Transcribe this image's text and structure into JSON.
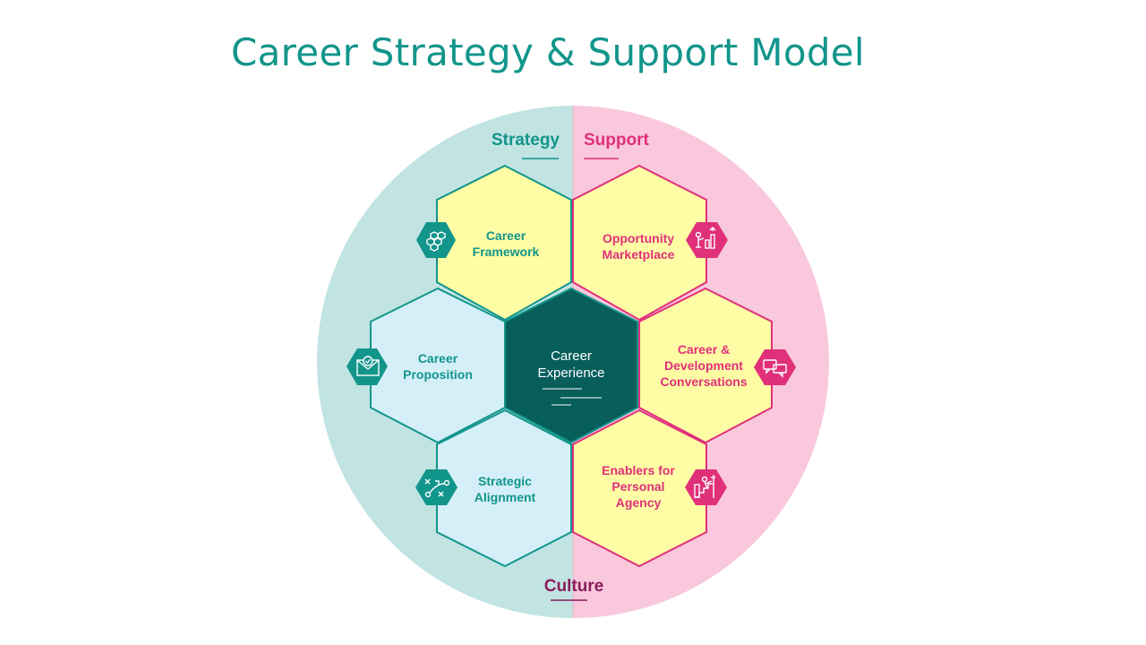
{
  "title": "Career Strategy & Support Model",
  "labels": {
    "strategy": "Strategy",
    "support": "Support",
    "culture": "Culture"
  },
  "center": {
    "line1": "Career",
    "line2": "Experience"
  },
  "hexes": {
    "career_framework": {
      "line1": "Career",
      "line2": "Framework",
      "icon": "hexagon-network-icon"
    },
    "career_proposition": {
      "line1": "Career",
      "line2": "Proposition",
      "icon": "envelope-badge-icon"
    },
    "strategic_alignment": {
      "line1": "Strategic",
      "line2": "Alignment",
      "icon": "strategy-play-icon"
    },
    "opportunity_marketplace": {
      "line1": "Opportunity",
      "line2": "Marketplace",
      "icon": "presenter-growth-icon"
    },
    "development_conversations": {
      "line1": "Career &",
      "line2": "Development",
      "line3": "Conversations",
      "icon": "chat-bubbles-icon"
    },
    "personal_agency": {
      "line1": "Enablers for",
      "line2": "Personal",
      "line3": "Agency",
      "icon": "climbing-stairs-icon"
    }
  },
  "colors": {
    "title": "#12958b",
    "teal": "#12958b",
    "pink": "#e0307a",
    "culture": "#8a1c5c",
    "left_half": "#c1e4e3",
    "right_half": "#f9c8dc",
    "yellow_fill": "#fefca4",
    "blue_fill": "#d5eff8",
    "center_fill": "#075e5b"
  }
}
